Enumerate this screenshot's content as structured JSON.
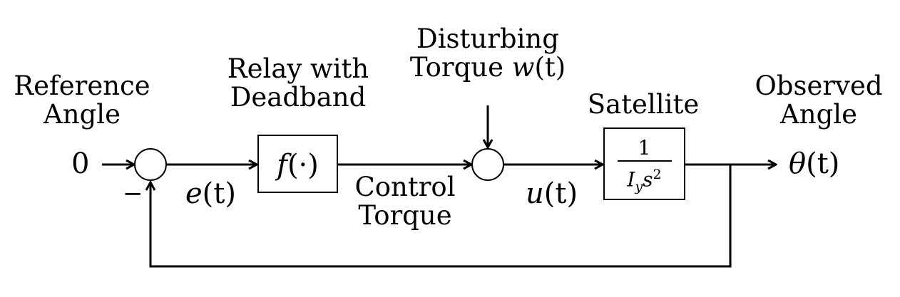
{
  "labels": {
    "reference": [
      "Reference",
      "Angle"
    ],
    "relay": [
      "Relay with",
      "Deadband"
    ],
    "disturbing": [
      "Disturbing",
      "Torque"
    ],
    "satellite": "Satellite",
    "observed": [
      "Observed",
      "Angle"
    ],
    "control": [
      "Control",
      "Torque"
    ]
  },
  "signals": {
    "input_value": "0",
    "minus_sign": "−",
    "error_fn": "e",
    "error_arg": "(t)",
    "disturb_fn": "w",
    "disturb_arg": "(t)",
    "control_fn": "u",
    "control_arg": "(t)",
    "output_fn": "θ",
    "output_arg": "(t)"
  },
  "blocks": {
    "relay_fn": "f",
    "relay_arg": "(·)",
    "plant_num": "1",
    "plant_den_I": "I",
    "plant_den_sub": "y",
    "plant_den_s": "s",
    "plant_den_exp": "2"
  }
}
